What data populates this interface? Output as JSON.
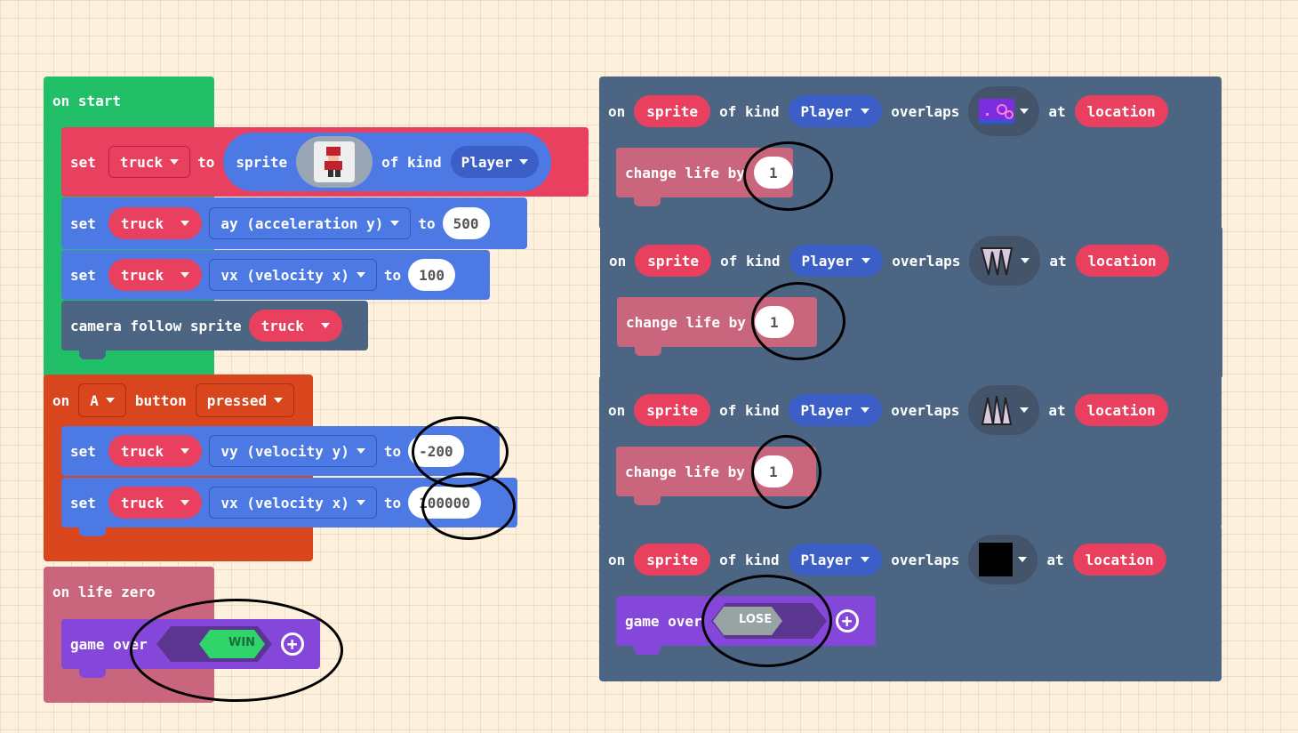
{
  "on_start": {
    "hat": "on start",
    "set1": {
      "set": "set",
      "var": "truck",
      "to": "to",
      "sprite": "sprite",
      "of_kind": "of kind",
      "kind": "Player"
    },
    "set2": {
      "set": "set",
      "var": "truck",
      "prop": "ay (acceleration y)",
      "to": "to",
      "value": "500"
    },
    "set3": {
      "set": "set",
      "var": "truck",
      "prop": "vx (velocity x)",
      "to": "to",
      "value": "100"
    },
    "camera": {
      "label": "camera follow sprite",
      "var": "truck"
    }
  },
  "on_button": {
    "on": "on",
    "button_name": "A",
    "button": "button",
    "event": "pressed",
    "set1": {
      "set": "set",
      "var": "truck",
      "prop": "vy (velocity y)",
      "to": "to",
      "value": "-200"
    },
    "set2": {
      "set": "set",
      "var": "truck",
      "prop": "vx (velocity x)",
      "to": "to",
      "value": "100000"
    }
  },
  "on_life_zero": {
    "hat": "on life zero",
    "game_over": "game over",
    "result": "WIN"
  },
  "overlaps": [
    {
      "on": "on",
      "sprite": "sprite",
      "of_kind": "of kind",
      "kind": "Player",
      "overlaps": "overlaps",
      "at": "at",
      "location": "location",
      "action": "change life by",
      "value": "1"
    },
    {
      "on": "on",
      "sprite": "sprite",
      "of_kind": "of kind",
      "kind": "Player",
      "overlaps": "overlaps",
      "at": "at",
      "location": "location",
      "action": "change life by",
      "value": "1"
    },
    {
      "on": "on",
      "sprite": "sprite",
      "of_kind": "of kind",
      "kind": "Player",
      "overlaps": "overlaps",
      "at": "at",
      "location": "location",
      "action": "change life by",
      "value": "1"
    },
    {
      "on": "on",
      "sprite": "sprite",
      "of_kind": "of kind",
      "kind": "Player",
      "overlaps": "overlaps",
      "at": "at",
      "location": "location",
      "action": "game over",
      "result": "LOSE"
    }
  ],
  "colors": {
    "green": "#22bf69",
    "red": "#e8405e",
    "blue": "#4d79e4",
    "darkblue": "#3c5fc7",
    "slate": "#4b6583",
    "orange": "#d9451d",
    "pink": "#c9667e",
    "purple": "#8547d9"
  },
  "icons": [
    "plus-circle-icon",
    "dropdown-caret-icon",
    "sprite-image-icon"
  ]
}
